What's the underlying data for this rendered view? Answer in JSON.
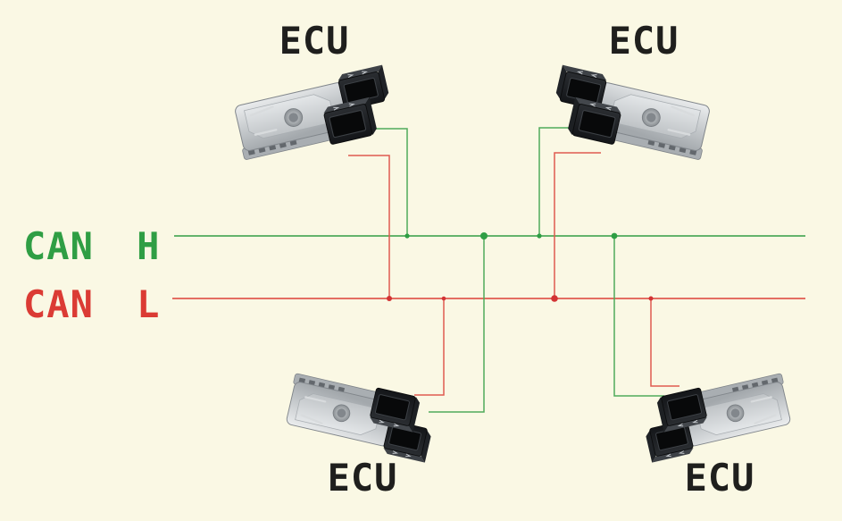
{
  "diagram": {
    "bus": {
      "can_h": {
        "label": "CAN H"
      },
      "can_l": {
        "label": "CAN L"
      }
    },
    "nodes": [
      {
        "id": "top-left",
        "label": "ECU"
      },
      {
        "id": "top-right",
        "label": "ECU"
      },
      {
        "id": "bottom-left",
        "label": "ECU"
      },
      {
        "id": "bottom-right",
        "label": "ECU"
      }
    ]
  },
  "icons": {
    "ecu_image": "ecu-control-module-3d-render"
  },
  "colors": {
    "background": "#FAF8E4",
    "can_h_green": "#2F9E44",
    "can_l_red": "#DB3B34",
    "wire_green": "#4FAB5B",
    "wire_red": "#E05A50",
    "dot_red": "#D23334",
    "label_ink": "#1F1F1D"
  }
}
